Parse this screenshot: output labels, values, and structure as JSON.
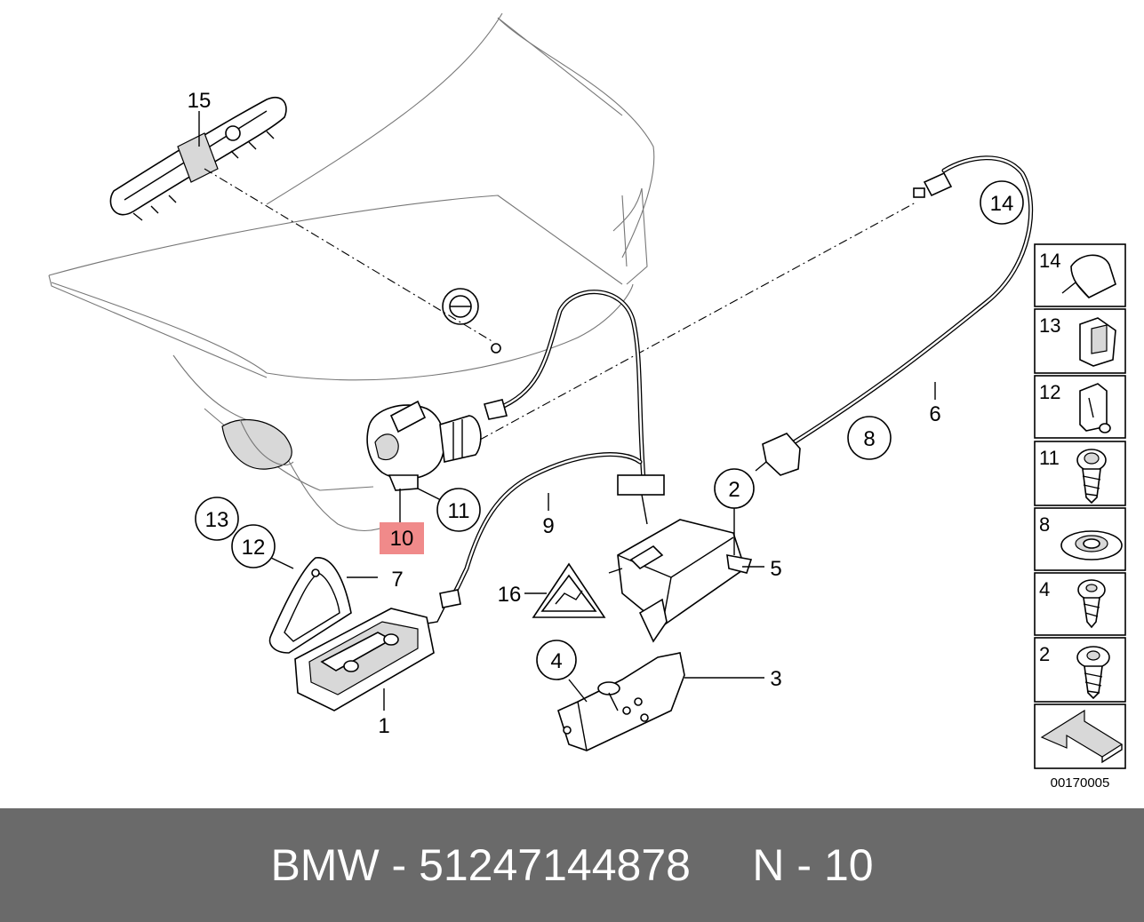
{
  "diagram": {
    "code": "00170005",
    "highlighted_label": "10",
    "highlight_color": "#f08a8a",
    "callouts": {
      "c1": "1",
      "c2": "2",
      "c3": "3",
      "c4": "4",
      "c5": "5",
      "c6": "6",
      "c7": "7",
      "c8": "8",
      "c9": "9",
      "c11": "11",
      "c12": "12",
      "c13": "13",
      "c14": "14",
      "c15": "15",
      "c16": "16"
    },
    "legend": [
      "14",
      "13",
      "12",
      "11",
      "8",
      "4",
      "2"
    ]
  },
  "footer": {
    "brand": "BMW",
    "separator": "-",
    "part_number": "51247144878",
    "position_label": "N - 10",
    "text": "BMW - 51247144878     N - 10",
    "background_color": "#6a6a6a"
  }
}
